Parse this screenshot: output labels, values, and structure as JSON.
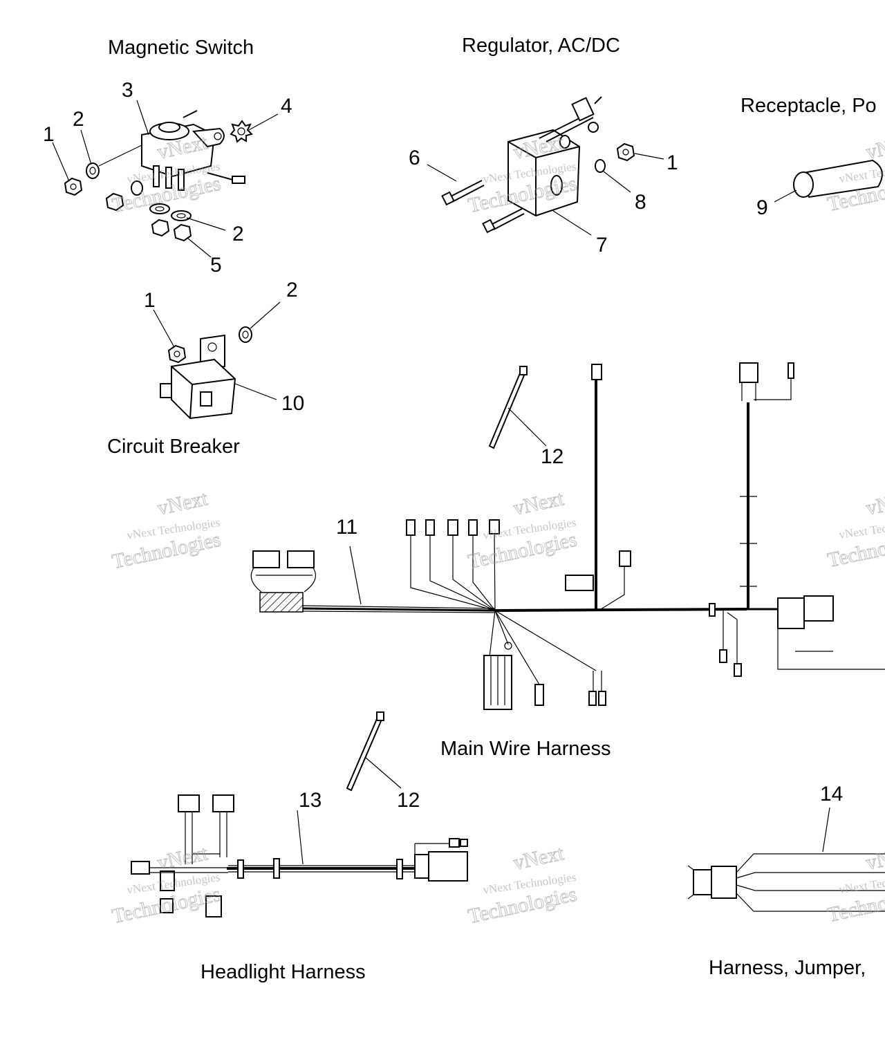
{
  "sections": {
    "magnetic_switch": "Magnetic Switch",
    "regulator": "Regulator, AC/DC",
    "receptacle": "Receptacle, Po",
    "circuit_breaker": "Circuit Breaker",
    "main_wire_harness": "Main Wire Harness",
    "headlight_harness": "Headlight Harness",
    "harness_jumper": "Harness, Jumper,"
  },
  "callouts": {
    "ms_1": "1",
    "ms_2": "2",
    "ms_3": "3",
    "ms_4": "4",
    "ms_2b": "2",
    "ms_5": "5",
    "reg_6": "6",
    "reg_1": "1",
    "reg_8": "8",
    "reg_7": "7",
    "rec_9": "9",
    "cb_1": "1",
    "cb_2": "2",
    "cb_10": "10",
    "tie_12a": "12",
    "mwh_11": "11",
    "tie_12b": "12",
    "hh_13": "13",
    "hj_14": "14"
  },
  "watermark": {
    "line1": "vNext",
    "line2": "vNext Technologies",
    "line3": "Technologies"
  },
  "colors": {
    "ink": "#000000",
    "watermark": "#9a9a9a",
    "background": "#ffffff"
  }
}
